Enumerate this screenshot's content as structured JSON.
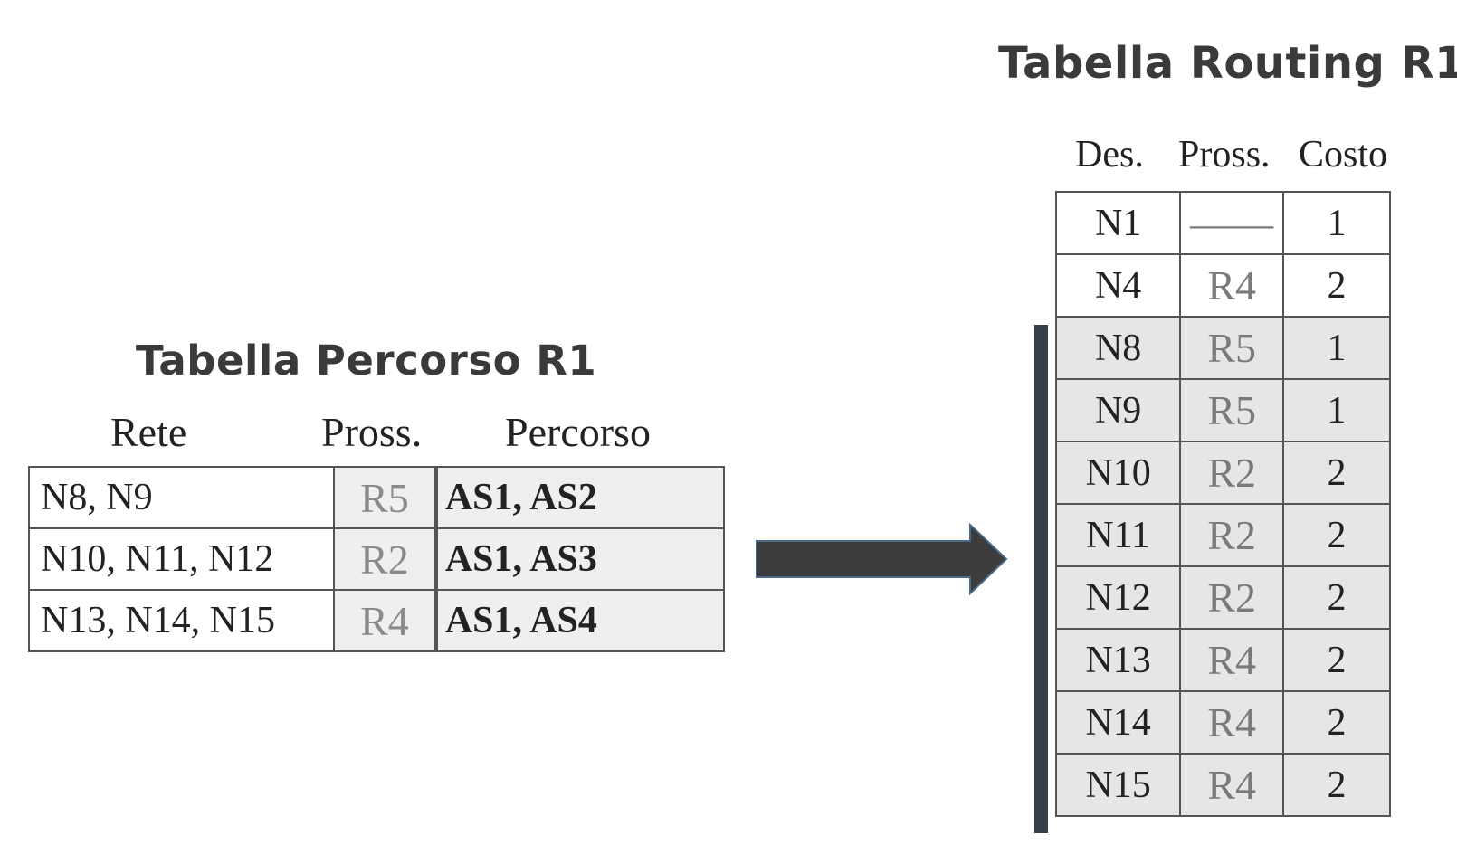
{
  "percorso": {
    "title": "Tabella Percorso R1",
    "headers": [
      "Rete",
      "Pross.",
      "Percorso"
    ],
    "rows": [
      {
        "rete": "N8, N9",
        "pross": "R5",
        "percorso": "AS1, AS2"
      },
      {
        "rete": "N10, N11, N12",
        "pross": "R2",
        "percorso": "AS1, AS3"
      },
      {
        "rete": "N13, N14, N15",
        "pross": "R4",
        "percorso": "AS1, AS4"
      }
    ]
  },
  "routing": {
    "title": "Tabella Routing R1",
    "headers": [
      "Des.",
      "Pross.",
      "Costo"
    ],
    "rows": [
      {
        "des": "N1",
        "pross": "——",
        "costo": "1",
        "highlight": false
      },
      {
        "des": "N4",
        "pross": "R4",
        "costo": "2",
        "highlight": false
      },
      {
        "des": "N8",
        "pross": "R5",
        "costo": "1",
        "highlight": true
      },
      {
        "des": "N9",
        "pross": "R5",
        "costo": "1",
        "highlight": true
      },
      {
        "des": "N10",
        "pross": "R2",
        "costo": "2",
        "highlight": true
      },
      {
        "des": "N11",
        "pross": "R2",
        "costo": "2",
        "highlight": true
      },
      {
        "des": "N12",
        "pross": "R2",
        "costo": "2",
        "highlight": true
      },
      {
        "des": "N13",
        "pross": "R4",
        "costo": "2",
        "highlight": true
      },
      {
        "des": "N14",
        "pross": "R4",
        "costo": "2",
        "highlight": true
      },
      {
        "des": "N15",
        "pross": "R4",
        "costo": "2",
        "highlight": true
      }
    ]
  },
  "colors": {
    "title": "#3a3a3a",
    "arrow": "#3d3d3d",
    "bracket": "#38404a",
    "highlight_fill": "#e6e6e6",
    "next_hop_text": "#8a8a8a"
  },
  "icons": {
    "transform_arrow": "right-arrow-icon"
  }
}
